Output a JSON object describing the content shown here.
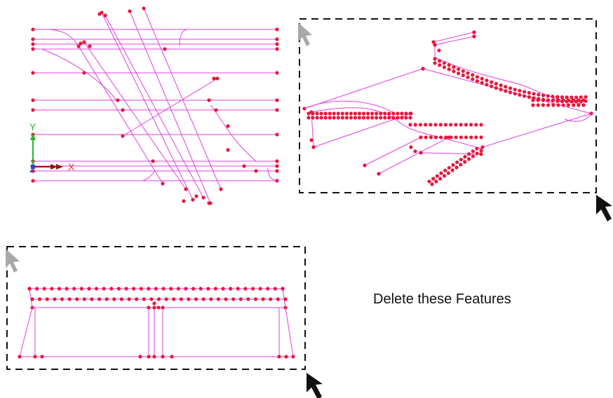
{
  "colors": {
    "wire": "#e040e0",
    "node": "#e8173a",
    "y_axis": "#2bb52b",
    "x_axis": "#8b1a1a",
    "z_axis": "#1f4fd0",
    "x_label": "#e03030",
    "frame": "#111111",
    "cursor_start": "#a8a8a8",
    "cursor_end": "#111111"
  },
  "axes": {
    "y_label": "Y",
    "x_label": "X",
    "z_label": "Z"
  },
  "instruction": "Delete these Features",
  "icons": {
    "select_start": "arrow-cursor-icon",
    "select_end": "arrow-cursor-icon"
  }
}
